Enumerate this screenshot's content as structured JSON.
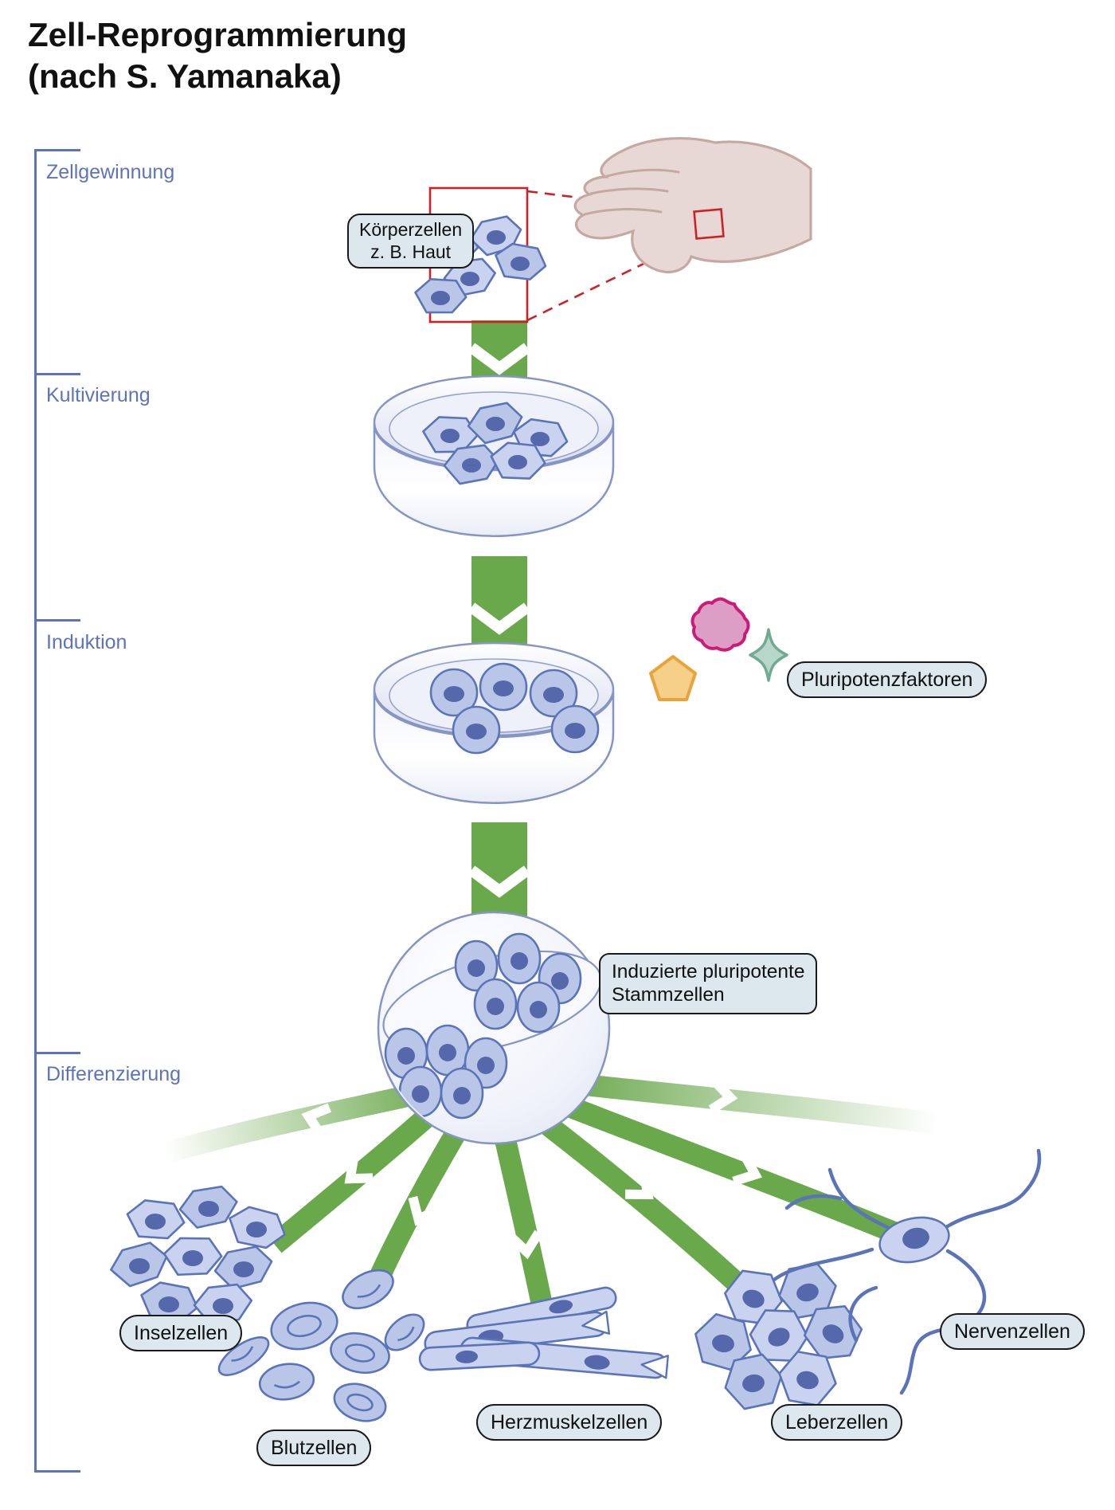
{
  "title": {
    "line1": "Zell-Reprogrammierung",
    "line2": "(nach S. Yamanaka)"
  },
  "stages": [
    {
      "label": "Zellgewinnung"
    },
    {
      "label": "Kultivierung"
    },
    {
      "label": "Induktion"
    },
    {
      "label": "Differenzierung"
    }
  ],
  "labels": {
    "body_cells_line1": "Körperzellen",
    "body_cells_line2": "z. B. Haut",
    "pluripotency_factors": "Pluripotenzfaktoren",
    "ips_line1": "Induzierte pluripotente",
    "ips_line2": "Stammzellen",
    "islet_cells": "Inselzellen",
    "blood_cells": "Blutzellen",
    "heart_muscle_cells": "Herzmuskelzellen",
    "liver_cells": "Leberzellen",
    "nerve_cells": "Nervenzellen"
  },
  "illustrations": {
    "hand": "hand-with-skin-sample-square",
    "sample_square": "red-magnifier-square-with-skin-cells",
    "petri_dish_1": "petri-dish-with-skin-cells",
    "petri_dish_2": "petri-dish-with-round-cells",
    "petri_dish_3": "culture-bowl-with-ips-cell-colonies",
    "factor_shapes": [
      "pink-star-factor",
      "orange-pentagon-factor",
      "teal-sparkle-factor"
    ],
    "flow_arrows": "green-process-arrows-with-chevron-breaks",
    "differentiated_cells": [
      "islet-cell-cluster",
      "blood-cell-discs",
      "heart-muscle-fibers",
      "liver-cell-rosette",
      "neuron-with-dendrites"
    ]
  },
  "colors": {
    "accent_green": "#6aa84c",
    "label_background": "#dce8ee",
    "label_border": "#1a1a1a",
    "stage_text_blue": "#5e74b8",
    "cell_fill": "#c9d2ee",
    "cell_outline": "#5b74b8",
    "nucleus": "#5568ac",
    "dish_outline": "#8695c5",
    "highlight_red": "#cc2127",
    "hand_skin": "#e8d8d5",
    "factor_pink": "#dc9ec5",
    "factor_pink_stroke": "#cb1a77",
    "factor_orange": "#f6d089",
    "factor_orange_stroke": "#e8a33d",
    "factor_teal": "#b7d7cb",
    "factor_teal_stroke": "#72a991"
  }
}
